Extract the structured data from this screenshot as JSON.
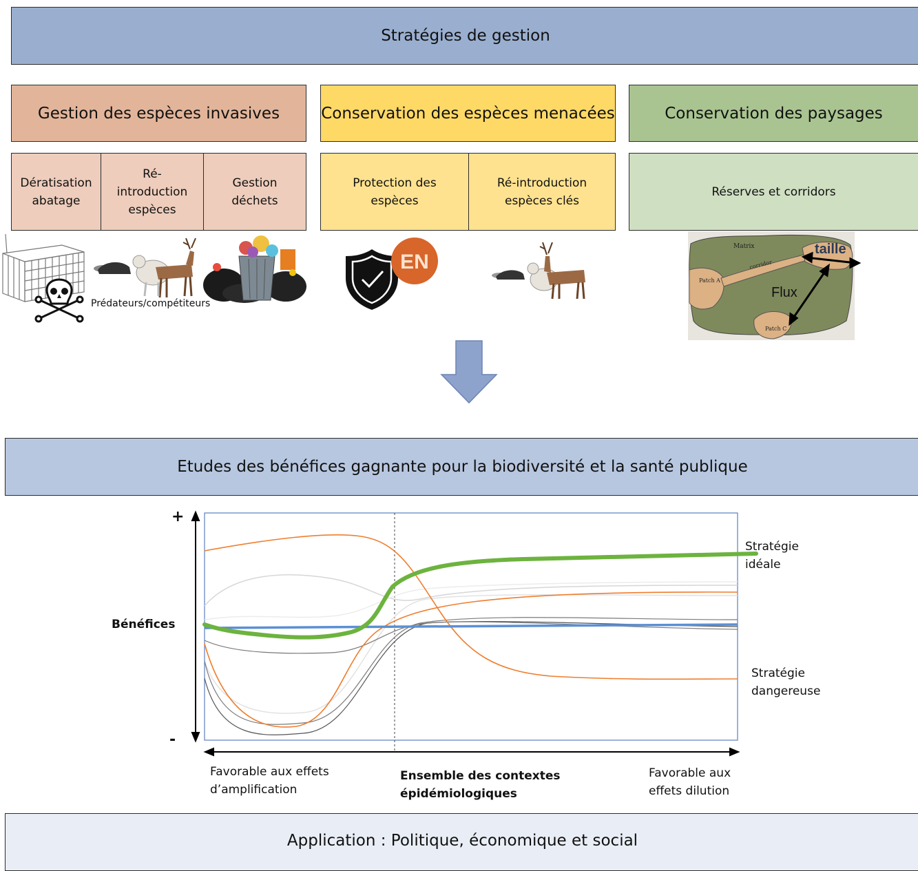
{
  "header": {
    "title": "Stratégies de gestion"
  },
  "categories": {
    "invasive": "Gestion des espèces invasives",
    "threatened": "Conservation des espèces menacées",
    "landscape": "Conservation des paysages"
  },
  "actions": {
    "deratisation": "Dératisation abatage",
    "reintroduction": "Ré-introduction espèces",
    "dechets": "Gestion déchets",
    "protection": "Protection des espèces",
    "reintro_cles": "Ré-introduction espèces clés",
    "reserves": "Réserves et corridors"
  },
  "illustrations": {
    "predateurs": "Prédateurs/compétiteurs",
    "en_badge": "EN",
    "map": {
      "matrix": "Matrix",
      "corridor": "corridor",
      "patch_a": "Patch A",
      "patch_c": "Patch C",
      "taille": "taille",
      "flux": "Flux"
    }
  },
  "study": {
    "title": "Etudes des bénéfices gagnante pour la biodiversité et la santé publique"
  },
  "graph": {
    "y_plus": "+",
    "y_minus": "-",
    "ylabel": "Bénéfices",
    "ideal_line1": "Stratégie",
    "ideal_line2": "idéale",
    "danger_line1": "Stratégie",
    "danger_line2": "dangereuse",
    "left_line1": "Favorable aux effets",
    "left_line2": "d’amplification",
    "center_line1": "Ensemble des contextes",
    "center_line2": "épidémiologiques",
    "right_line1": "Favorable aux",
    "right_line2": "effets  dilution"
  },
  "footer": {
    "title": "Application : Politique, économique et social"
  },
  "colors": {
    "header": "#9aafd0",
    "invasive": "#e2b59a",
    "invasive_light": "#eecdbc",
    "threatened": "#ffd966",
    "threatened_light": "#ffe28f",
    "landscape": "#a9c491",
    "landscape_light": "#cfdfc2",
    "study": "#b8c7e0",
    "footer": "#e9eef6",
    "ideal": "#6db33f",
    "neutral": "#5b8fd4",
    "orange": "#ef7d2d"
  }
}
